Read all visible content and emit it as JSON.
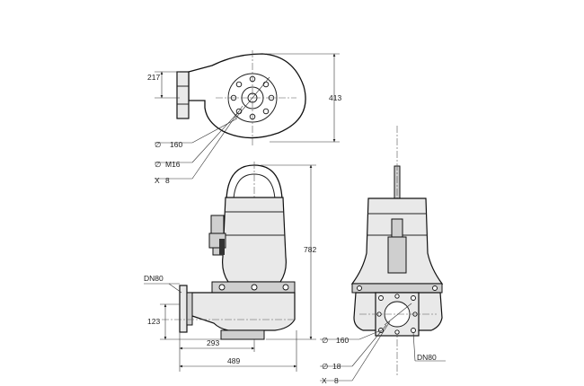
{
  "dimensions": {
    "top_height_small": "217",
    "top_height_total": "413",
    "bolt_circle_top": "160",
    "thread_top": "M16",
    "bolt_count_top": "8",
    "flange_label_side": "DN80",
    "overall_height": "782",
    "outlet_height": "123",
    "outlet_length_short": "293",
    "outlet_length_total": "489",
    "bolt_circle_front": "160",
    "hole_dia_front": "18",
    "bolt_count_front": "8",
    "flange_label_front": "DN80"
  },
  "symbols": {
    "diameter": "∅",
    "multiply": "X"
  }
}
